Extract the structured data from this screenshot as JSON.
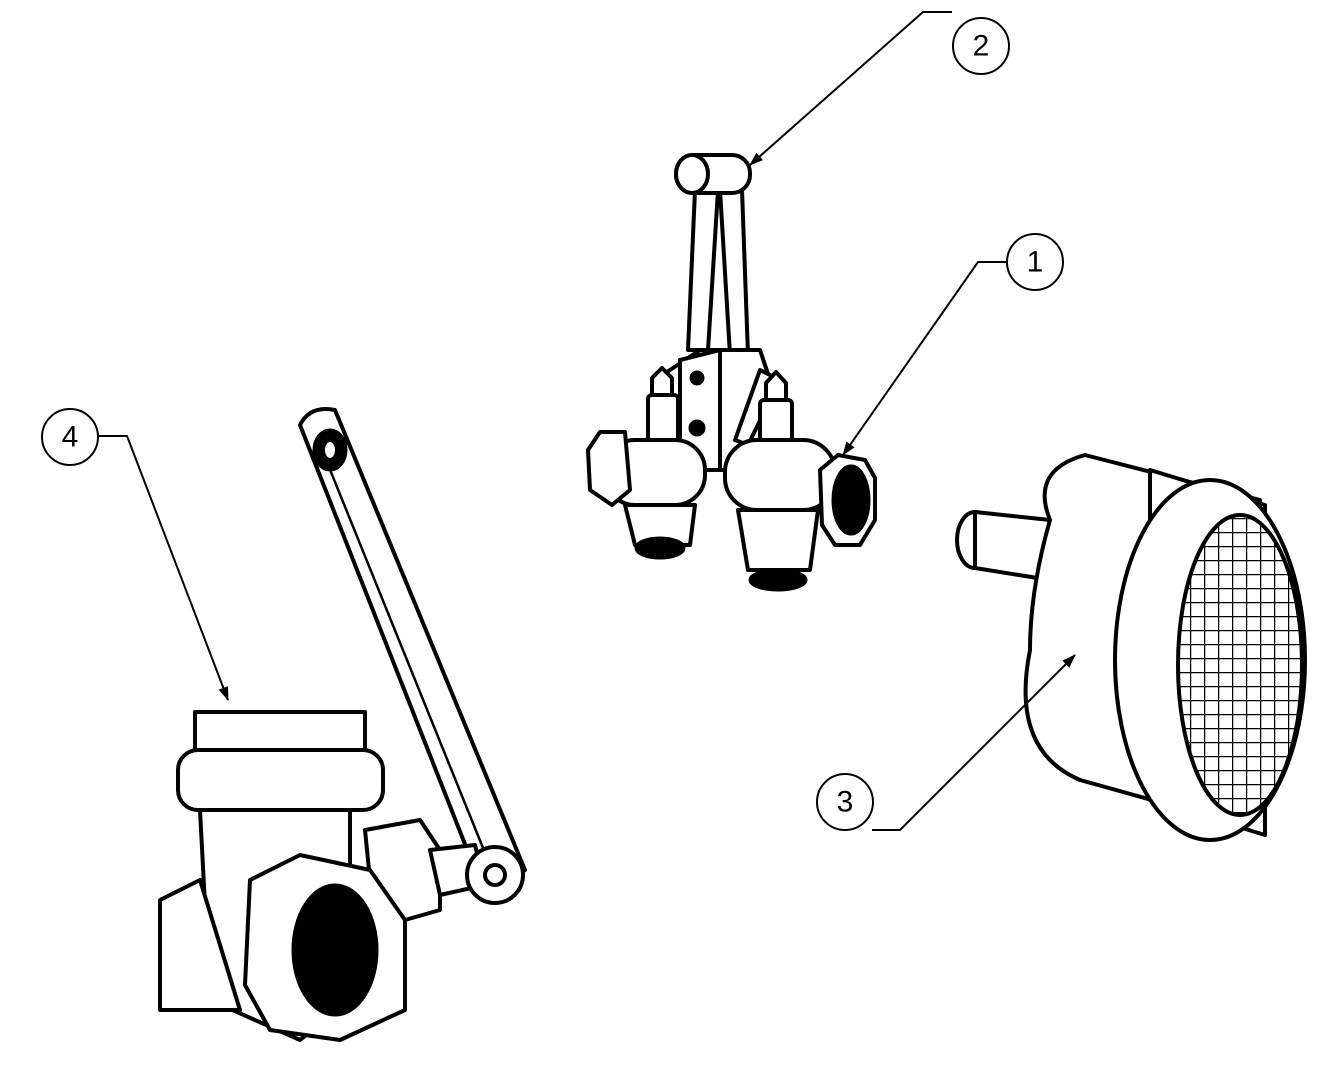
{
  "callouts": [
    {
      "label": "1",
      "part": "valve-assembly"
    },
    {
      "label": "2",
      "part": "lever-handle"
    },
    {
      "label": "3",
      "part": "strainer-screen"
    },
    {
      "label": "4",
      "part": "gate-valve"
    }
  ],
  "colors": {
    "line": "#000000",
    "background": "#ffffff"
  }
}
